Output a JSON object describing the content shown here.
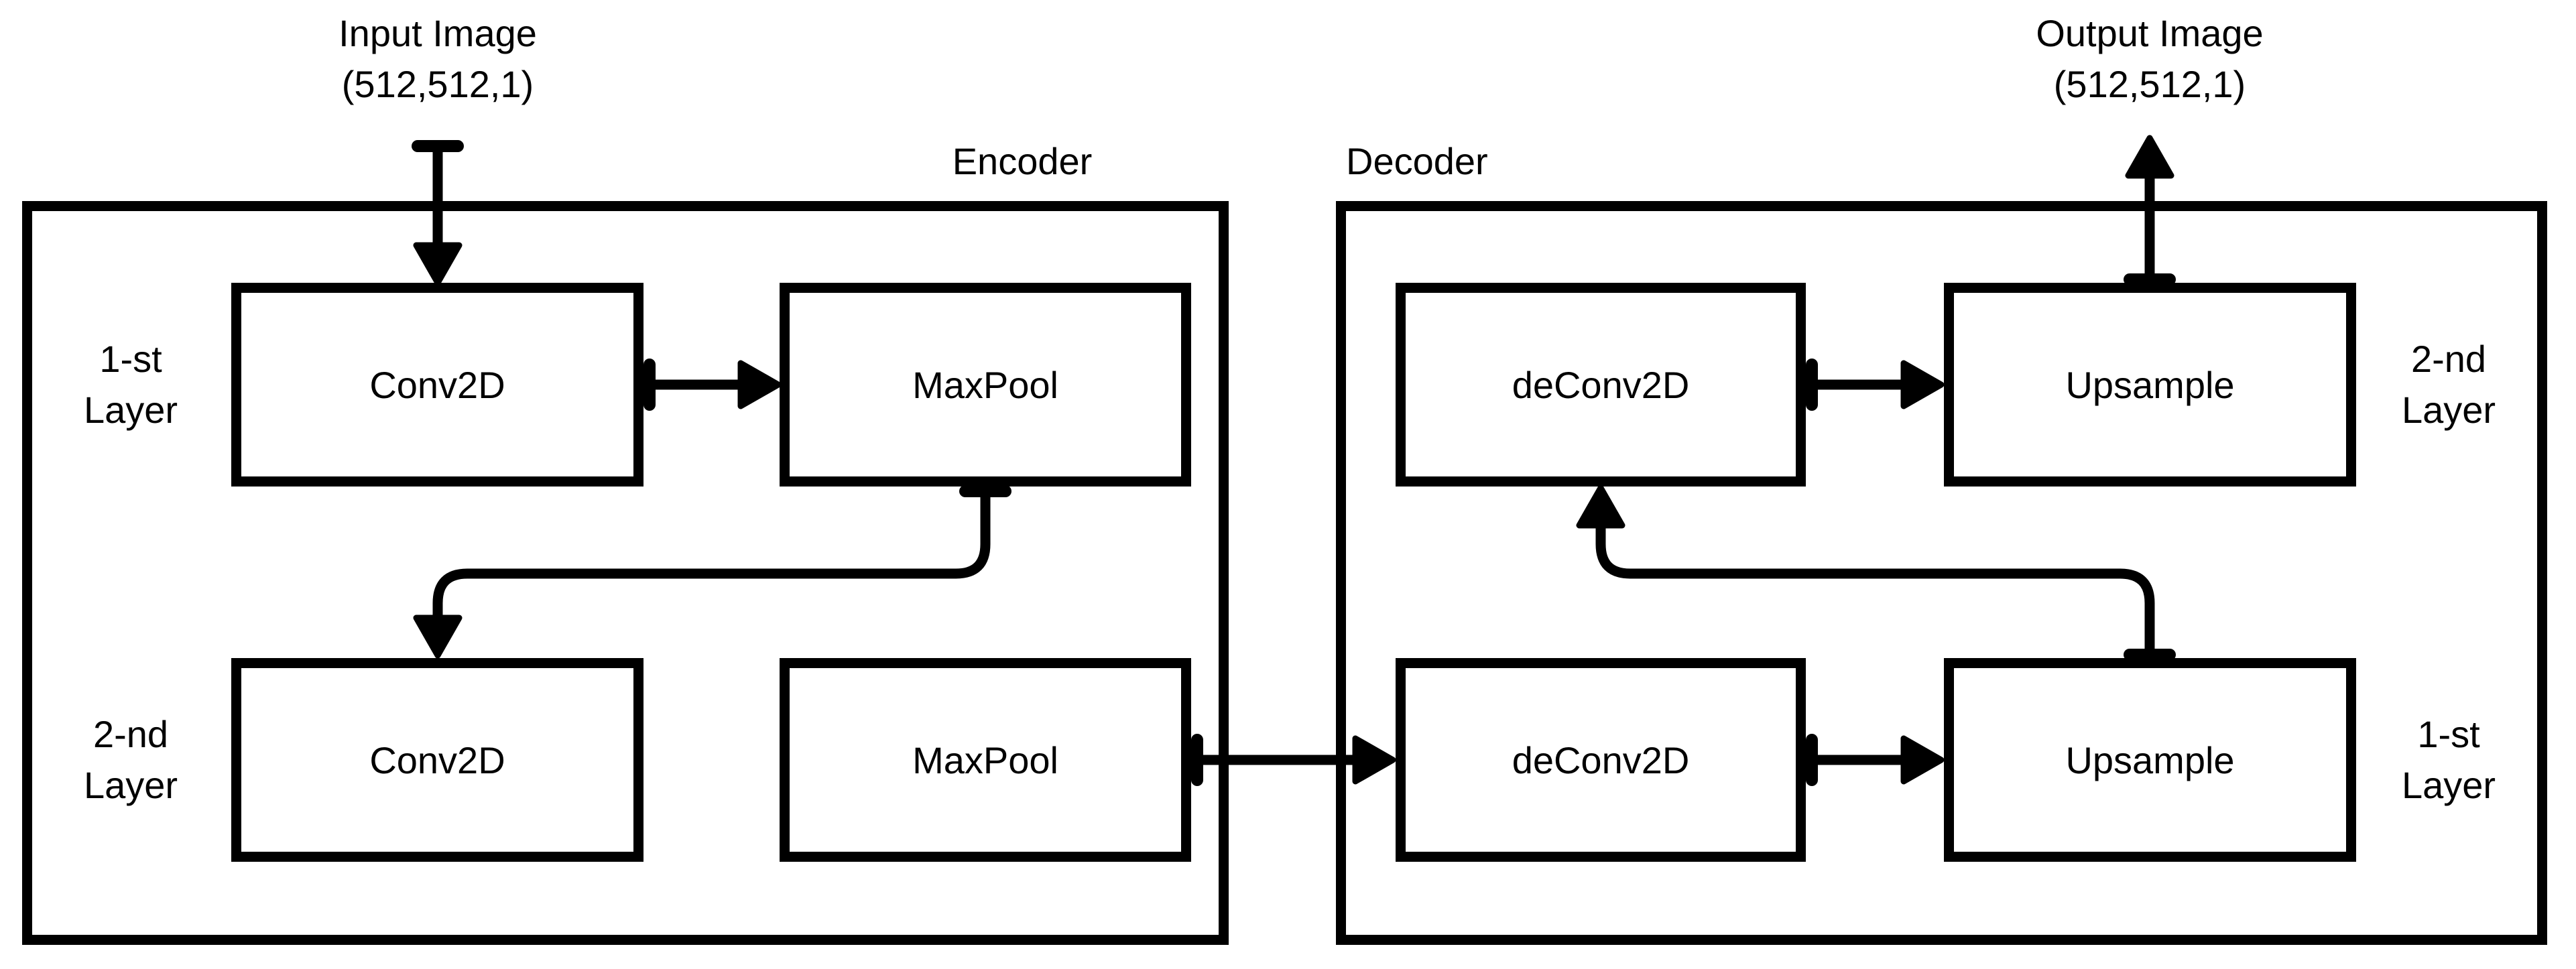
{
  "diagram": {
    "input": {
      "title": "Input Image",
      "shape": "(512,512,1)"
    },
    "output": {
      "title": "Output Image",
      "shape": "(512,512,1)"
    },
    "encoder": {
      "title": "Encoder",
      "layer_labels": [
        {
          "line1": "1-st",
          "line2": "Layer"
        },
        {
          "line1": "2-nd",
          "line2": "Layer"
        }
      ],
      "boxes": [
        [
          "Conv2D",
          "MaxPool"
        ],
        [
          "Conv2D",
          "MaxPool"
        ]
      ]
    },
    "decoder": {
      "title": "Decoder",
      "layer_labels": [
        {
          "line1": "2-nd",
          "line2": "Layer"
        },
        {
          "line1": "1-st",
          "line2": "Layer"
        }
      ],
      "boxes": [
        [
          "deConv2D",
          "Upsample"
        ],
        [
          "deConv2D",
          "Upsample"
        ]
      ]
    },
    "connectors": [
      {
        "from": "input-image",
        "to": "encoder-conv2d-layer1"
      },
      {
        "from": "encoder-conv2d-layer1",
        "to": "encoder-maxpool-layer1"
      },
      {
        "from": "encoder-maxpool-layer1",
        "to": "encoder-conv2d-layer2"
      },
      {
        "from": "encoder-maxpool-layer2",
        "to": "decoder-deconv2d-layer1"
      },
      {
        "from": "decoder-deconv2d-layer1",
        "to": "decoder-upsample-layer1"
      },
      {
        "from": "decoder-upsample-layer1",
        "to": "decoder-deconv2d-layer2"
      },
      {
        "from": "decoder-deconv2d-layer2",
        "to": "decoder-upsample-layer2"
      },
      {
        "from": "decoder-upsample-layer2",
        "to": "output-image"
      }
    ],
    "colors": {
      "stroke": "#000000",
      "background": "#ffffff",
      "box_fill": "#ffffff"
    }
  }
}
